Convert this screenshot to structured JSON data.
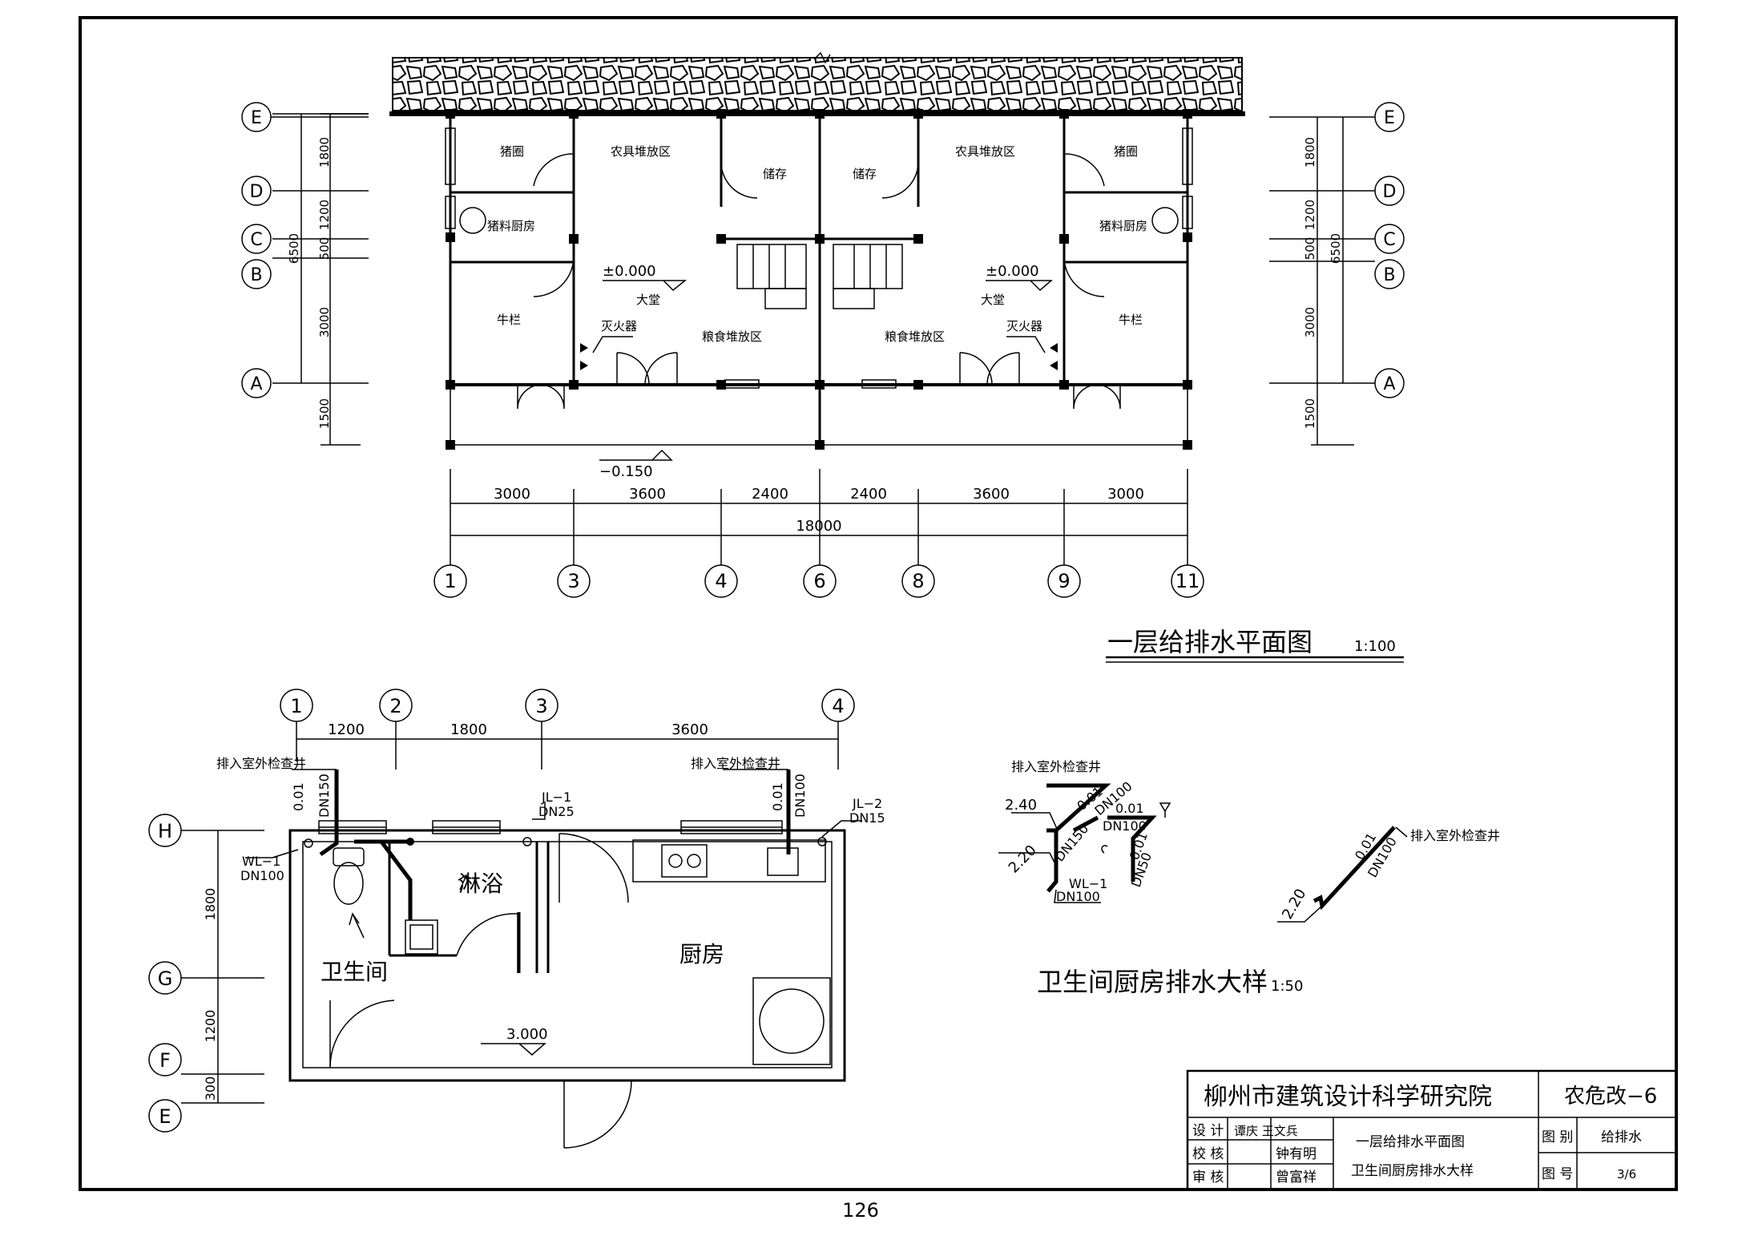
{
  "upper_plan": {
    "rooms_left": {
      "pig_pen": "猪圈",
      "tool_area": "农具堆放区",
      "storage": "储存",
      "feed_kitchen": "猪料厨房",
      "hall": "大堂",
      "cow_pen": "牛栏",
      "extinguisher": "灭火器",
      "grain_area": "粮食堆放区"
    },
    "rooms_right": {
      "pig_pen": "猪圈",
      "tool_area": "农具堆放区",
      "storage": "储存",
      "feed_kitchen": "猪料厨房",
      "hall": "大堂",
      "cow_pen": "牛栏",
      "extinguisher": "灭火器",
      "grain_area": "粮食堆放区"
    },
    "elev_floor_left": "±0.000",
    "elev_floor_right": "±0.000",
    "elev_outside": "−0.150",
    "row_axes": [
      "E",
      "D",
      "C",
      "B",
      "A"
    ],
    "row_dims": [
      "1800",
      "1200",
      "500",
      "3000",
      "1500"
    ],
    "row_total": "6500",
    "col_axes": [
      "1",
      "3",
      "4",
      "6",
      "8",
      "9",
      "11"
    ],
    "col_dims": [
      "3000",
      "3600",
      "2400",
      "2400",
      "3600",
      "3000"
    ],
    "col_total": "18000",
    "title": "一层给排水平面图",
    "scale": "1:100"
  },
  "lower_plan": {
    "col_axes": [
      "1",
      "2",
      "3",
      "4"
    ],
    "col_dims": [
      "1200",
      "1800",
      "3600"
    ],
    "row_axes": [
      "H",
      "G",
      "F",
      "E"
    ],
    "row_dims": [
      "1800",
      "1200",
      "300"
    ],
    "to_manhole_1": "排入室外检查井",
    "to_manhole_2": "排入室外检查井",
    "slope_1": "0.01",
    "pipe_1": "DN150",
    "slope_2": "0.01",
    "pipe_2": "DN100",
    "jl1": "JL−1",
    "jl1_dn": "DN25",
    "jl2": "JL−2",
    "jl2_dn": "DN15",
    "wl1": "WL−1",
    "wl1_dn": "DN100",
    "shower": "淋浴",
    "toilet": "卫生间",
    "kitchen": "厨房",
    "elev": "3.000"
  },
  "detail_1": {
    "to_manhole": "排入室外检查井",
    "elev_top": "2.40",
    "elev_bottom": "2.20",
    "slope_a": "0.01",
    "pipe_a": "DN100",
    "slope_b": "0.01",
    "pipe_b": "DN100",
    "pipe_c": "DN150",
    "slope_c": "0.01",
    "pipe_d": "DN50",
    "wl": "WL−1",
    "wl_dn": "DN100"
  },
  "detail_2": {
    "to_manhole": "排入室外检查井",
    "elev": "2.20",
    "slope": "0.01",
    "pipe": "DN100"
  },
  "detail_title": "卫生间厨房排水大样",
  "detail_scale": "1:50",
  "title_block": {
    "institute": "柳州市建筑设计科学研究院",
    "project_code": "农危改−6",
    "design_label": "设  计",
    "design_names": "谭庆 王文兵",
    "check_label": "校  核",
    "check_name": "钟有明",
    "review_label": "审  核",
    "review_name": "曾富祥",
    "drawing_title_1": "一层给排水平面图",
    "drawing_title_2": "卫生间厨房排水大样",
    "category_label": "图  别",
    "category_value": "给排水",
    "number_label": "图  号",
    "number_value": "3/6"
  },
  "page_number": "126"
}
